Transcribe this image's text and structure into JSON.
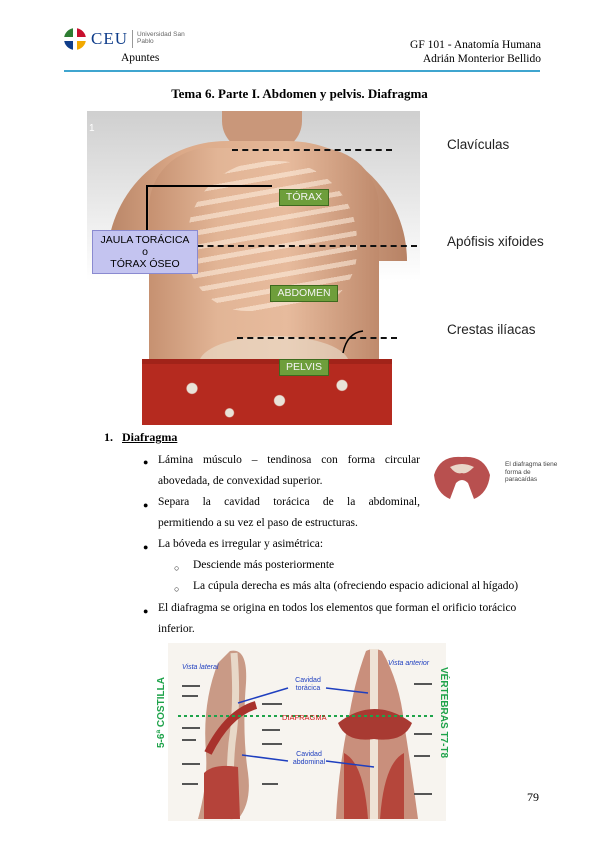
{
  "header": {
    "logo_text": "CEU",
    "logo_sub": "Universidad San Pablo",
    "left_label": "Apuntes",
    "course": "GF 101 - Anatomía Humana",
    "author": "Adrián Monterior Bellido"
  },
  "title": "Tema 6. Parte I.  Abdomen y pelvis. Diafragma",
  "figure1": {
    "number": "1",
    "labels": {
      "torax": "TÓRAX",
      "abdomen": "ABDOMEN",
      "pelvis": "PELVIS",
      "jaula_line1": "JAULA TORÁCICA",
      "jaula_line2": "o",
      "jaula_line3": "TÓRAX ÓSEO"
    },
    "side_labels": [
      "Clavículas",
      "Apófisis xifoides",
      "Crestas ilíacas"
    ]
  },
  "section": {
    "number": "1.",
    "heading": "Diafragma",
    "bullets": [
      {
        "line1": "Lámina músculo – tendinosa con forma circular",
        "line2": "abovedada, de convexidad superior."
      },
      {
        "line1": "Separa la cavidad torácica de la abdominal,",
        "line2": "permitiendo a su vez el paso de estructuras."
      },
      {
        "line1": "La bóveda es irregular y asimétrica:"
      },
      {
        "line1": "El diafragma se origina en todos los elementos que forman el orificio torácico",
        "line2": "inferior."
      }
    ],
    "sub_bullets": [
      "Desciende más posteriormente",
      "La cúpula derecha es más alta (ofreciendo espacio adicional al hígado)"
    ],
    "image_caption": "El diafragma tiene forma de paracaídas"
  },
  "figure2": {
    "left_title": "Vista lateral",
    "right_title": "Vista anterior",
    "left_vertical": "5-6ª COSTILLA",
    "right_vertical": "VÉRTEBRAS T7-T8",
    "cavidad_toracica": "Cavidad torácica",
    "diafragma": "DIAFRAGMA",
    "cavidad_abdominal": "Cavidad abdominal"
  },
  "page_number": "79",
  "colors": {
    "header_rule": "#3fa5cf",
    "label_green": "#6e9e3b",
    "jaula_fill": "#c4c4f0",
    "figure_blue": "#1f3fbf",
    "figure_green": "#1ea34a",
    "figure_red": "#d11f1f"
  }
}
